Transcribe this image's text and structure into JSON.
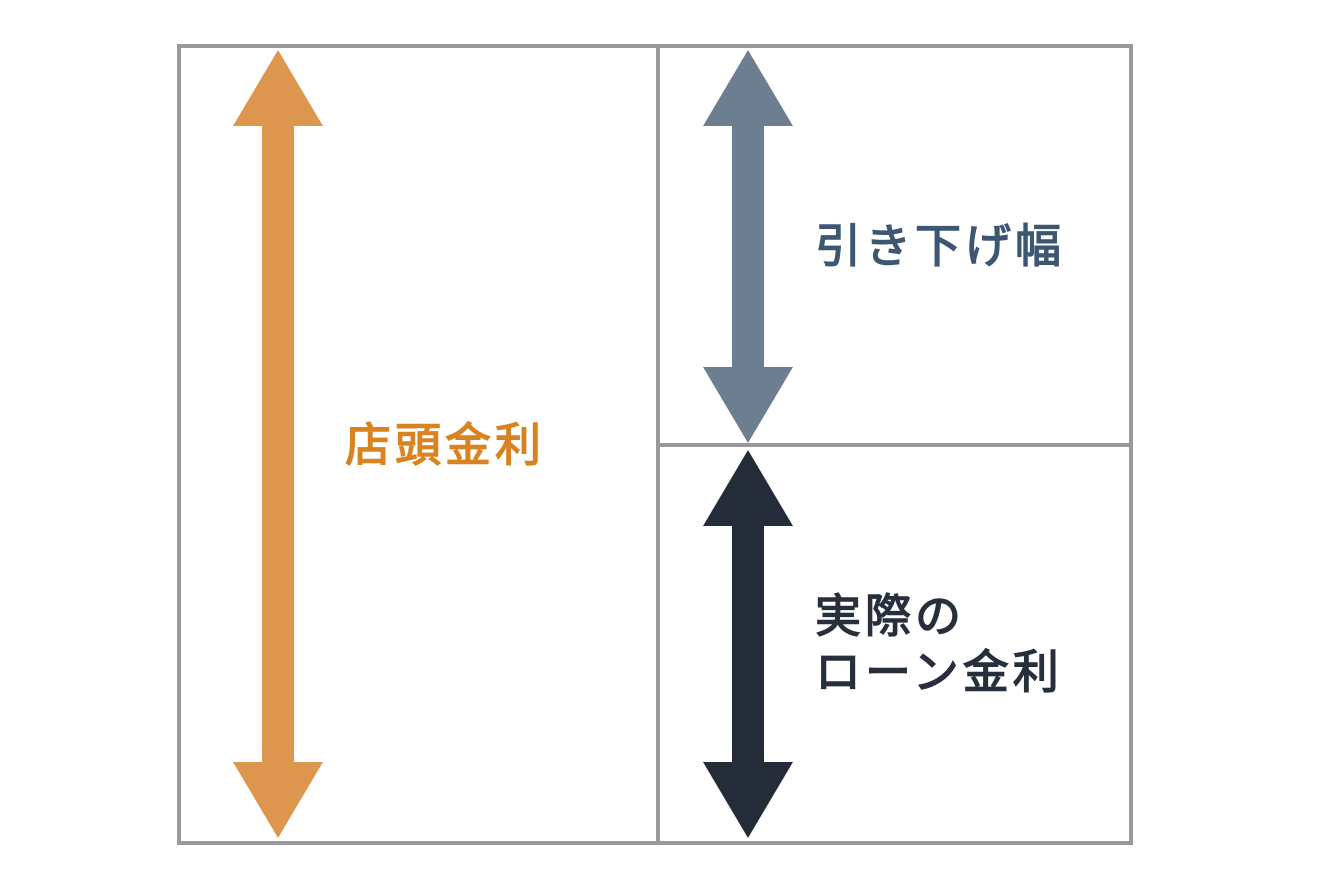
{
  "diagram": {
    "border_color": "#999999",
    "background_color": "#FFFFFF",
    "left_panel": {
      "label": "店頭金利",
      "arrow_color": "#DD964D",
      "label_color": "#D8831F"
    },
    "top_right_panel": {
      "label": "引き下げ幅",
      "arrow_color": "#6C7E90",
      "label_color": "#3D5671"
    },
    "bottom_right_panel": {
      "label_line1": "実際の",
      "label_line2": "ローン金利",
      "arrow_color": "#232C38",
      "label_color": "#262F3B"
    }
  }
}
